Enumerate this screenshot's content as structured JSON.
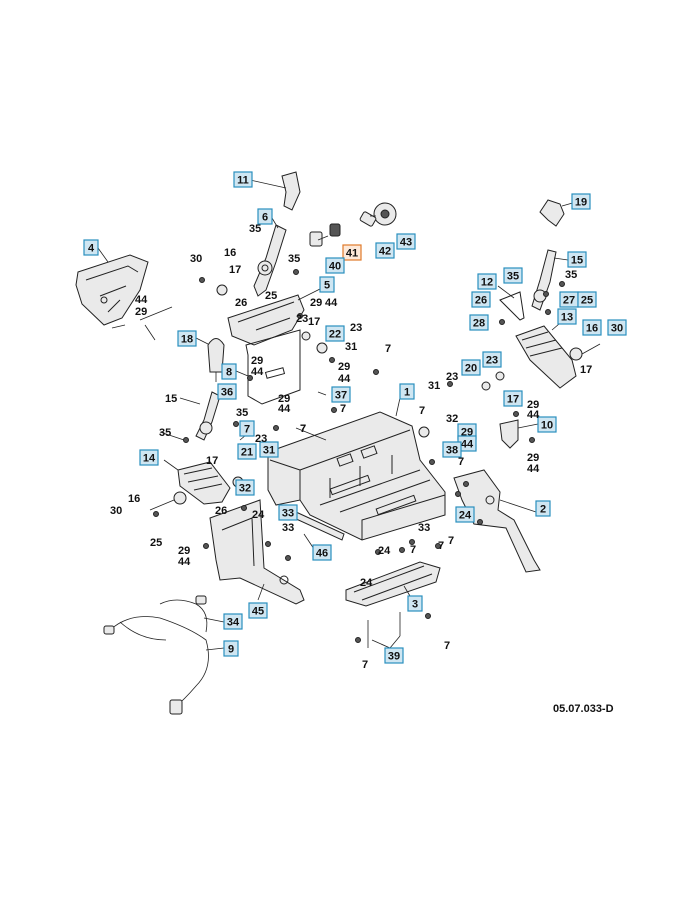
{
  "diagram": {
    "reference_code": "05.07.033-D",
    "colors": {
      "callout_fill": "#cfe6f2",
      "callout_stroke": "#2a8fbf",
      "selected_fill": "#fde9d9",
      "selected_stroke": "#e07a2a"
    },
    "callouts": [
      {
        "id": "c11",
        "label": "11"
      },
      {
        "id": "c6",
        "label": "6"
      },
      {
        "id": "c41",
        "label": "41",
        "selected": true
      },
      {
        "id": "c40",
        "label": "40"
      },
      {
        "id": "c42",
        "label": "42"
      },
      {
        "id": "c43",
        "label": "43"
      },
      {
        "id": "c19",
        "label": "19"
      },
      {
        "id": "c4",
        "label": "4"
      },
      {
        "id": "c5",
        "label": "5"
      },
      {
        "id": "c15a",
        "label": "15"
      },
      {
        "id": "c12",
        "label": "12"
      },
      {
        "id": "c35a",
        "label": "35"
      },
      {
        "id": "c26a",
        "label": "26"
      },
      {
        "id": "c27",
        "label": "27"
      },
      {
        "id": "c25a",
        "label": "25"
      },
      {
        "id": "c28",
        "label": "28"
      },
      {
        "id": "c13",
        "label": "13"
      },
      {
        "id": "c16a",
        "label": "16"
      },
      {
        "id": "c30a",
        "label": "30"
      },
      {
        "id": "c22",
        "label": "22"
      },
      {
        "id": "c18",
        "label": "18"
      },
      {
        "id": "c8",
        "label": "8"
      },
      {
        "id": "c36",
        "label": "36"
      },
      {
        "id": "c37",
        "label": "37"
      },
      {
        "id": "c1",
        "label": "1"
      },
      {
        "id": "c20",
        "label": "20"
      },
      {
        "id": "c23a",
        "label": "23"
      },
      {
        "id": "c17a",
        "label": "17"
      },
      {
        "id": "c10",
        "label": "10"
      },
      {
        "id": "c7a",
        "label": "7"
      },
      {
        "id": "c21",
        "label": "21"
      },
      {
        "id": "c31a",
        "label": "31"
      },
      {
        "id": "c14",
        "label": "14"
      },
      {
        "id": "c32a",
        "label": "32"
      },
      {
        "id": "c29a",
        "label": "29"
      },
      {
        "id": "c44a",
        "label": "44"
      },
      {
        "id": "c38",
        "label": "38"
      },
      {
        "id": "c33",
        "label": "33"
      },
      {
        "id": "c24a",
        "label": "24"
      },
      {
        "id": "c2",
        "label": "2"
      },
      {
        "id": "c46",
        "label": "46"
      },
      {
        "id": "c45",
        "label": "45"
      },
      {
        "id": "c3",
        "label": "3"
      },
      {
        "id": "c34",
        "label": "34"
      },
      {
        "id": "c9",
        "label": "9"
      },
      {
        "id": "c39",
        "label": "39"
      }
    ],
    "plain_labels": [
      {
        "id": "p1",
        "label": "30"
      },
      {
        "id": "p2",
        "label": "16"
      },
      {
        "id": "p3",
        "label": "17"
      },
      {
        "id": "p4",
        "label": "35"
      },
      {
        "id": "p5",
        "label": "35"
      },
      {
        "id": "p6",
        "label": "26"
      },
      {
        "id": "p7",
        "label": "25"
      },
      {
        "id": "p8",
        "label": "29"
      },
      {
        "id": "p9",
        "label": "44"
      },
      {
        "id": "p10",
        "label": "44"
      },
      {
        "id": "p11",
        "label": "29"
      },
      {
        "id": "p12",
        "label": "17"
      },
      {
        "id": "p13",
        "label": "23"
      },
      {
        "id": "p14",
        "label": "23"
      },
      {
        "id": "p15",
        "label": "31"
      },
      {
        "id": "p16",
        "label": "29"
      },
      {
        "id": "p17",
        "label": "44"
      },
      {
        "id": "p18",
        "label": "7"
      },
      {
        "id": "p19",
        "label": "29"
      },
      {
        "id": "p20",
        "label": "44"
      },
      {
        "id": "p21",
        "label": "15"
      },
      {
        "id": "p22",
        "label": "35"
      },
      {
        "id": "p23",
        "label": "29"
      },
      {
        "id": "p24",
        "label": "44"
      },
      {
        "id": "p25",
        "label": "7"
      },
      {
        "id": "p26",
        "label": "35"
      },
      {
        "id": "p27",
        "label": "23"
      },
      {
        "id": "p28",
        "label": "7"
      },
      {
        "id": "p29",
        "label": "17"
      },
      {
        "id": "p30",
        "label": "26"
      },
      {
        "id": "p31",
        "label": "16"
      },
      {
        "id": "p32",
        "label": "30"
      },
      {
        "id": "p33",
        "label": "25"
      },
      {
        "id": "p34",
        "label": "29"
      },
      {
        "id": "p35",
        "label": "44"
      },
      {
        "id": "p36",
        "label": "24"
      },
      {
        "id": "p37",
        "label": "33"
      },
      {
        "id": "p38",
        "label": "7"
      },
      {
        "id": "p39",
        "label": "31"
      },
      {
        "id": "p40",
        "label": "23"
      },
      {
        "id": "p41",
        "label": "7"
      },
      {
        "id": "p42",
        "label": "32"
      },
      {
        "id": "p43",
        "label": "35"
      },
      {
        "id": "p44",
        "label": "17"
      },
      {
        "id": "p45",
        "label": "29"
      },
      {
        "id": "p46",
        "label": "44"
      },
      {
        "id": "p47",
        "label": "29"
      },
      {
        "id": "p48",
        "label": "44"
      },
      {
        "id": "p49",
        "label": "33"
      },
      {
        "id": "p50",
        "label": "7"
      },
      {
        "id": "p51",
        "label": "7"
      },
      {
        "id": "p52",
        "label": "24"
      },
      {
        "id": "p53",
        "label": "7"
      },
      {
        "id": "p54",
        "label": "7"
      },
      {
        "id": "p55",
        "label": "7"
      },
      {
        "id": "p56",
        "label": "7"
      },
      {
        "id": "p57",
        "label": "24"
      }
    ]
  }
}
